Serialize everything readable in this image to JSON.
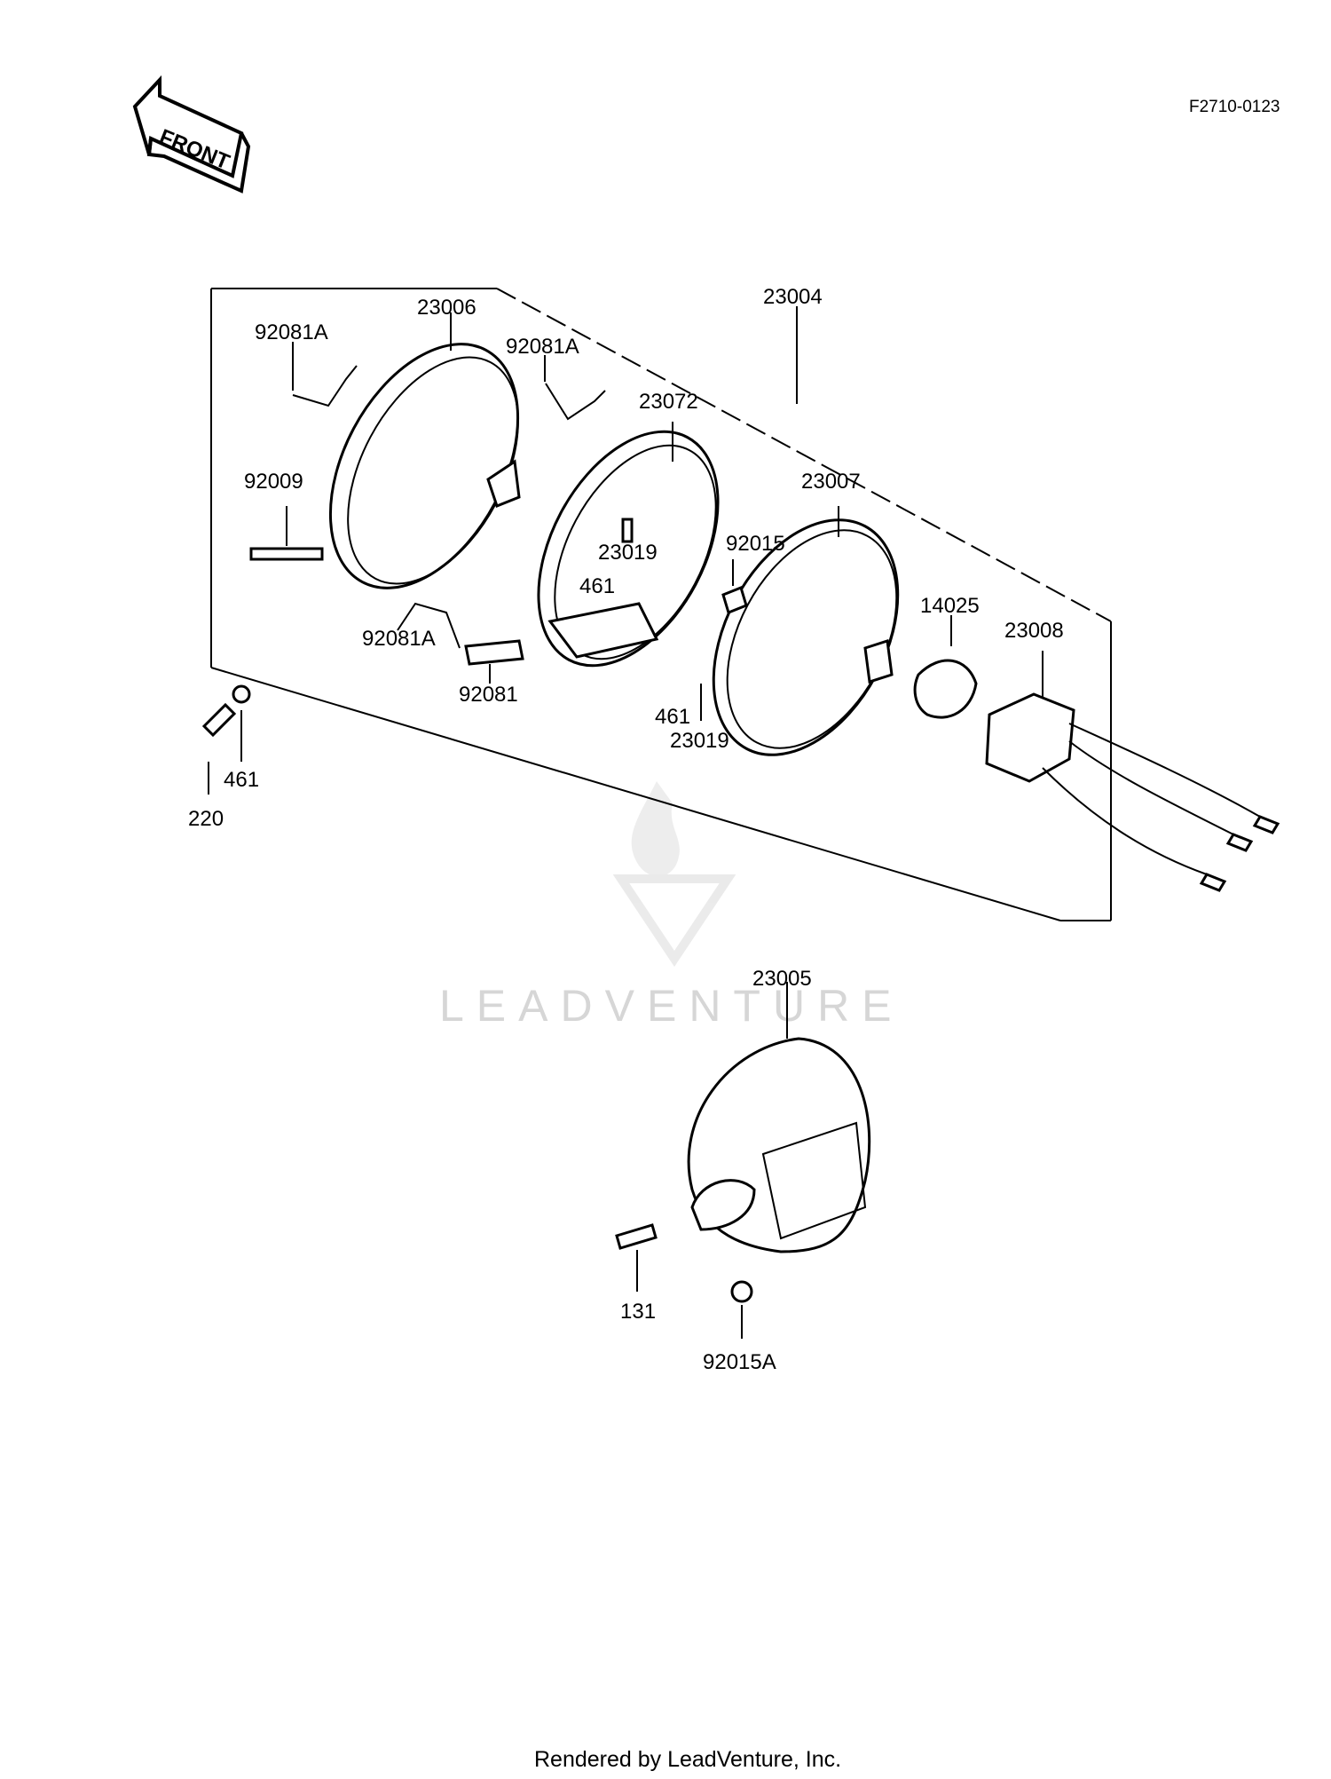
{
  "drawing_code": "F2710-0123",
  "front_badge": "FRONT",
  "footer": "Rendered by LeadVenture, Inc.",
  "watermark": "LEADVENTURE",
  "labels": {
    "p23006": "23006",
    "p23004": "23004",
    "p92081A_left": "92081A",
    "p92081A_right": "92081A",
    "p92081A_lower": "92081A",
    "p23072": "23072",
    "p92009": "92009",
    "p23007": "23007",
    "p23019_upper": "23019",
    "p461_upper": "461",
    "p92015": "92015",
    "p14025": "14025",
    "p23008": "23008",
    "p92081": "92081",
    "p461_lower": "461",
    "p23019_lower": "23019",
    "p461_left": "461",
    "p220": "220",
    "p23005": "23005",
    "p131": "131",
    "p92015A": "92015A"
  }
}
